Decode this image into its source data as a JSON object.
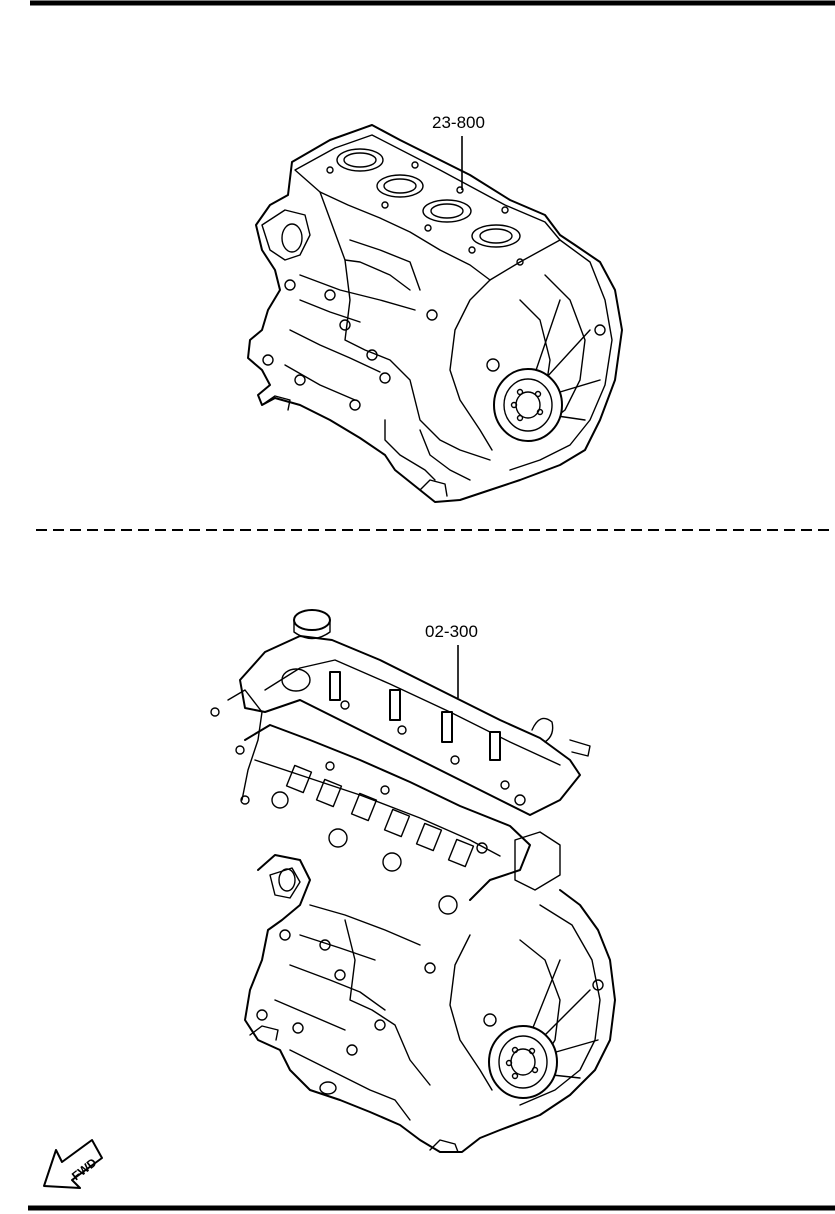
{
  "parts": [
    {
      "id": "short-block",
      "callout": "23-800"
    },
    {
      "id": "long-block",
      "callout": "02-300"
    }
  ],
  "direction_arrow": {
    "label": "FWD"
  },
  "colors": {
    "ink": "#000000",
    "paper": "#ffffff"
  }
}
